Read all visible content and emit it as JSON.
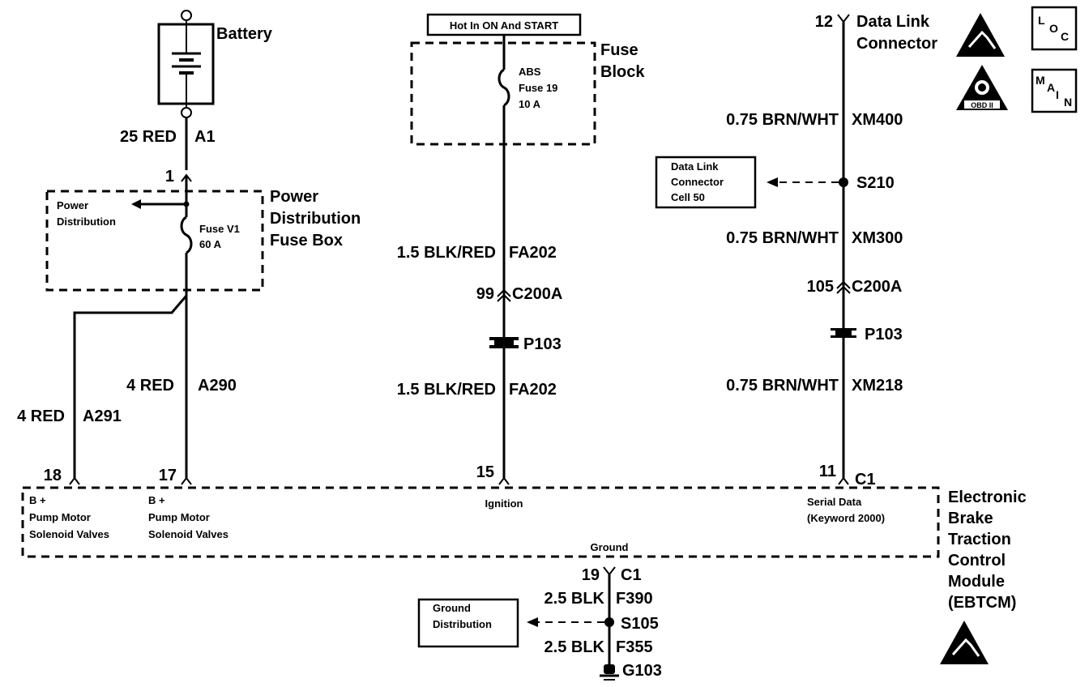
{
  "battery": {
    "label": "Battery",
    "wire_gauge": "25 RED",
    "circuit": "A1"
  },
  "pdfb": {
    "pin": "1",
    "label_lines": [
      "Power",
      "Distribution",
      "Fuse Box"
    ],
    "inner_lines": [
      "Power",
      "Distribution"
    ],
    "fuse_lines": [
      "Fuse V1",
      "60 A"
    ]
  },
  "left_wires": {
    "a": {
      "gauge": "4 RED",
      "circuit": "A291",
      "pin": "18"
    },
    "b": {
      "gauge": "4 RED",
      "circuit": "A290",
      "pin": "17"
    }
  },
  "fuse_block": {
    "hot": "Hot In ON And START",
    "label_lines": [
      "Fuse",
      "Block"
    ],
    "fuse_lines": [
      "ABS",
      "Fuse 19",
      "10 A"
    ]
  },
  "ign": {
    "gauge1": "1.5 BLK/RED",
    "circuit1": "FA202",
    "conn_pin": "99",
    "conn": "C200A",
    "pass": "P103",
    "gauge2": "1.5 BLK/RED",
    "circuit2": "FA202",
    "pin": "15"
  },
  "dlc": {
    "pin": "12",
    "label_lines": [
      "Data Link",
      "Connector"
    ],
    "gauge1": "0.75 BRN/WHT",
    "circuit1": "XM400",
    "splice": "S210",
    "ref_lines": [
      "Data Link",
      "Connector",
      "Cell 50"
    ],
    "gauge2": "0.75 BRN/WHT",
    "circuit2": "XM300",
    "conn_pin": "105",
    "conn": "C200A",
    "pass": "P103",
    "gauge3": "0.75 BRN/WHT",
    "circuit3": "XM218",
    "module_pin": "11",
    "module_conn": "C1"
  },
  "module": {
    "label_lines": [
      "Electronic",
      "Brake",
      "Traction",
      "Control",
      "Module",
      "(EBTCM)"
    ],
    "pin18_lines": [
      "B +",
      "Pump Motor",
      "Solenoid Valves"
    ],
    "pin17_lines": [
      "B +",
      "Pump Motor",
      "Solenoid Valves"
    ],
    "ign_label": "Ignition",
    "serial_lines": [
      "Serial Data",
      "(Keyword 2000)"
    ],
    "ground_label": "Ground"
  },
  "ground": {
    "pin": "19",
    "conn": "C1",
    "gauge1": "2.5 BLK",
    "circuit1": "F390",
    "splice": "S105",
    "ref_lines": [
      "Ground",
      "Distribution"
    ],
    "gauge2": "2.5 BLK",
    "circuit2": "F355",
    "ground_point": "G103"
  },
  "badges": {
    "loc": [
      "L",
      "O",
      "C"
    ],
    "main": [
      "M",
      "A",
      "I",
      "N"
    ],
    "obd": "OBD II"
  }
}
